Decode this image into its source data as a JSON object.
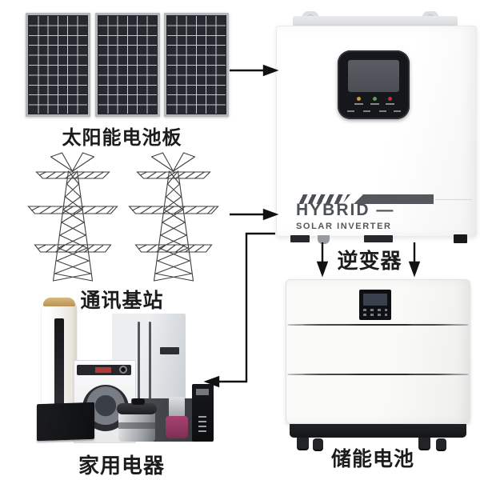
{
  "diagram": {
    "nodes": {
      "solar_panels": {
        "label": "太阳能电池板",
        "panel_count": 3
      },
      "grid_towers": {
        "label": "通讯基站",
        "tower_count": 2
      },
      "home_appliances": {
        "label": "家用电器"
      },
      "inverter": {
        "label": "逆变器",
        "brand": "HYBRID —",
        "brand_sub": "SOLAR INVERTER"
      },
      "battery": {
        "label": "储能电池",
        "module_count": 3
      }
    },
    "connections": [
      {
        "from": "solar_panels",
        "to": "inverter"
      },
      {
        "from": "grid_towers",
        "to": "inverter"
      },
      {
        "from": "inverter",
        "to": "battery"
      },
      {
        "from": "inverter",
        "to": "battery"
      },
      {
        "from": "inverter",
        "to": "home_appliances"
      }
    ]
  },
  "colors": {
    "arrow": "#111111",
    "label_text": "#1c1c1c",
    "led_amber": "#cc9a33",
    "led_green": "#55a255",
    "led_red": "#c03030",
    "accent_gold": "#c5a26b",
    "accent_magenta": "#9c3566",
    "panel_cell": "#262a30",
    "battery_base": "#1e1f21"
  }
}
